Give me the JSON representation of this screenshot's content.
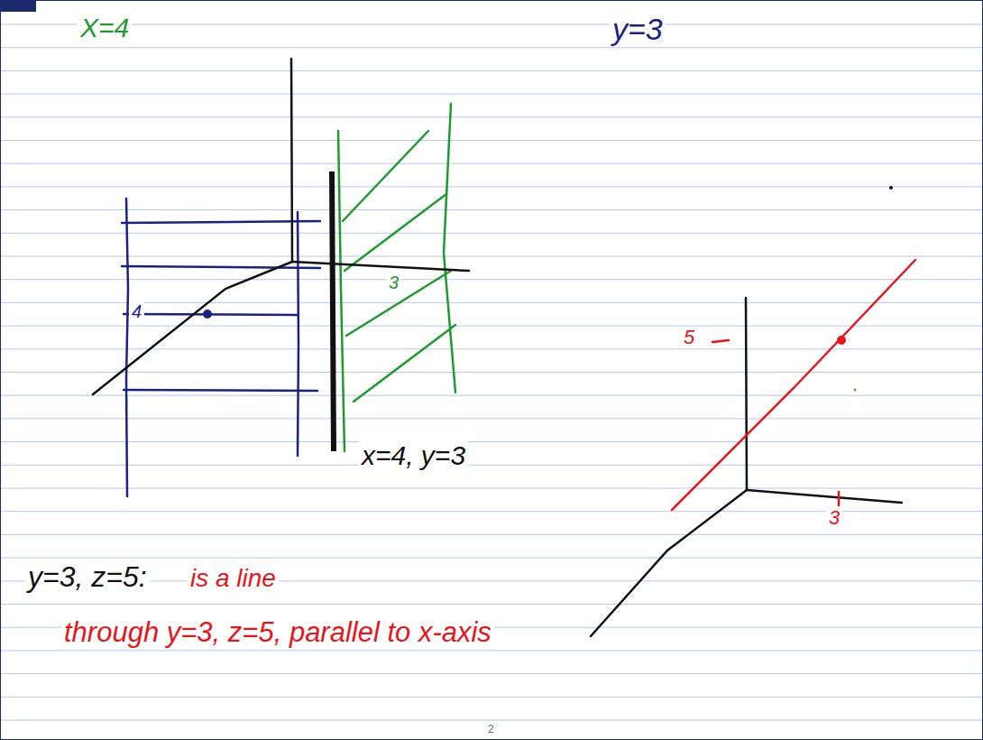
{
  "diagram": {
    "labels": [
      "X=4",
      "y=3",
      "4",
      "3",
      "x=4, y=3",
      "5",
      "3",
      "y=3, z=5:",
      "is a line",
      "through y=3, z=5, parallel to x-axis",
      "2"
    ]
  }
}
